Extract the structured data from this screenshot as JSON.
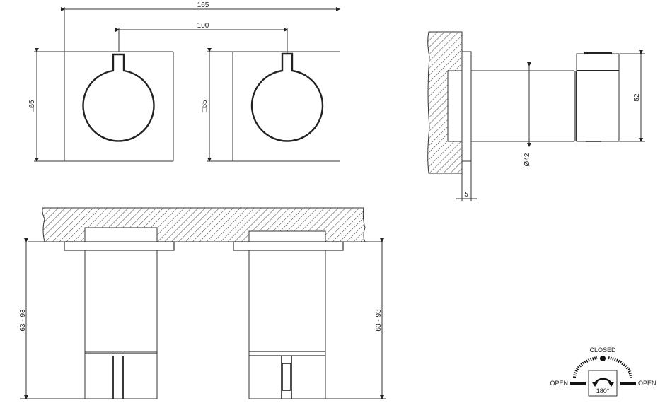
{
  "drawing": {
    "front_view": {
      "overall_width_label": "165",
      "spacing_label": "100",
      "left_plate_size_label": "65",
      "right_plate_size_label": "65",
      "square_symbol": "□"
    },
    "side_view": {
      "diameter_label": "42",
      "diameter_symbol": "Ø",
      "height_label": "52",
      "plate_thickness_label": "5"
    },
    "top_view": {
      "left_depth_label": "63 - 93",
      "right_depth_label": "63 - 93"
    },
    "rotation_legend": {
      "closed_label": "CLOSED",
      "open_left_label": "OPEN",
      "open_right_label": "OPEN",
      "rotation_label": "180°",
      "icon": "rotate-arrow-icon"
    }
  }
}
